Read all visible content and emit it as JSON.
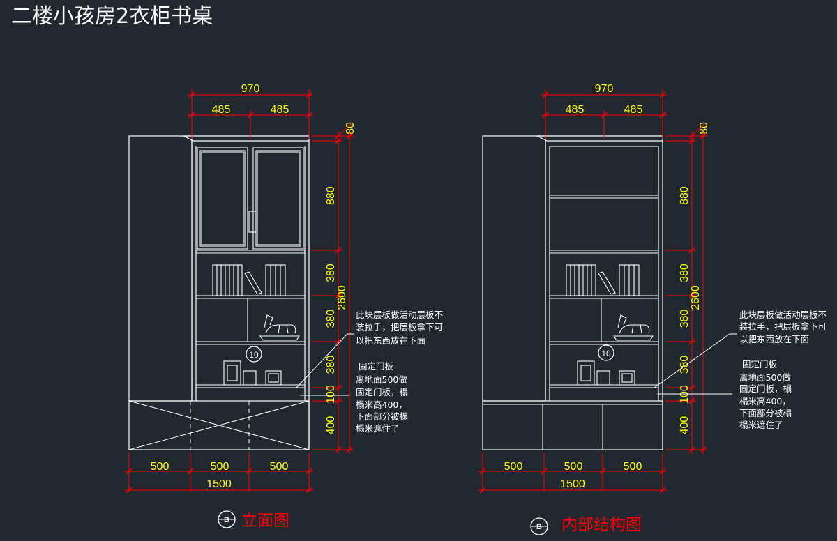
{
  "title": "二楼小孩房2衣柜书桌",
  "colors": {
    "background": "#212830",
    "line": "#ffffff",
    "dim_line": "#ff0000",
    "dim_text": "#ffff00",
    "caption": "#ff0000"
  },
  "left": {
    "dim_total_top": "970",
    "dim_half_a": "485",
    "dim_half_b": "485",
    "dim_80": "80",
    "dim_880": "880",
    "dim_380a": "380",
    "dim_2600": "2600",
    "dim_380b": "380",
    "dim_380c": "380",
    "dim_100": "100",
    "dim_400": "400",
    "dim_b1": "500",
    "dim_b2": "500",
    "dim_b3": "500",
    "dim_b_total": "1500",
    "marker": "10",
    "note1": [
      "此块层板做活动层板不",
      "装拉手，把层板拿下可",
      "以把东西放在下面"
    ],
    "note2": [
      "固定门板",
      "离地面500做",
      "固定门板，榻",
      "榻米高400，",
      "下面部分被榻",
      "榻米遮住了"
    ],
    "caption_badge": "B",
    "caption": "立面图"
  },
  "right": {
    "dim_total_top": "970",
    "dim_half_a": "485",
    "dim_half_b": "485",
    "dim_80": "80",
    "dim_880": "880",
    "dim_380a": "380",
    "dim_2600": "2600",
    "dim_380b": "380",
    "dim_380c": "380",
    "dim_100": "100",
    "dim_400": "400",
    "dim_b1": "500",
    "dim_b2": "500",
    "dim_b3": "500",
    "dim_b_total": "1500",
    "marker": "10",
    "note1": [
      "此块层板做活动层板不",
      "装拉手，把层板拿下可",
      "以把东西放在下面"
    ],
    "note2": [
      "固定门板",
      "离地面500做",
      "固定门板，榻",
      "榻米高400，",
      "下面部分被榻",
      "榻米遮住了"
    ],
    "caption_badge": "B",
    "caption": "内部结构图"
  }
}
